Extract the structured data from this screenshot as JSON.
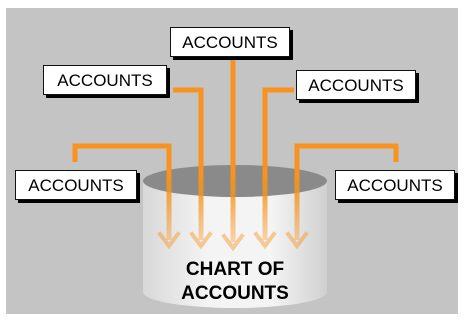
{
  "boxes": [
    "ACCOUNTS",
    "ACCOUNTS",
    "ACCOUNTS",
    "ACCOUNTS",
    "ACCOUNTS"
  ],
  "database": {
    "line1": "CHART OF",
    "line2": "ACCOUNTS"
  },
  "colors": {
    "background": "#c4c4c4",
    "connector": "#f7931e",
    "cylinder_top": "#8a8a8a",
    "cylinder_body": "#f2f2f2"
  }
}
